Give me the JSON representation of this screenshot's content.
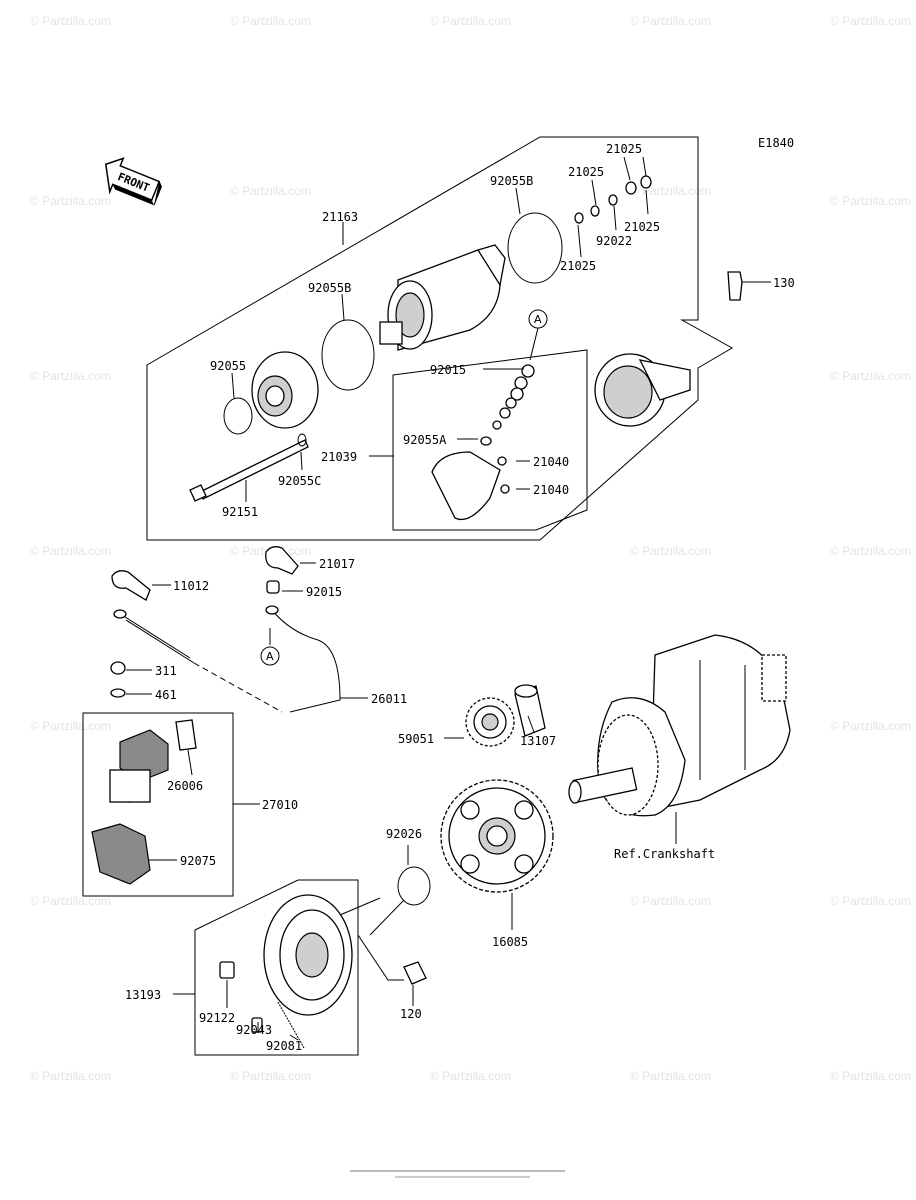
{
  "diagram_code": "E1840",
  "front_label": "FRONT",
  "watermark": "© Partzilla.com",
  "callouts": {
    "c21025_top": "21025",
    "c21025_a": "21025",
    "c21025_b": "21025",
    "c21025_c": "21025",
    "c92022": "92022",
    "c92055B_top": "92055B",
    "c21163": "21163",
    "c92055B": "92055B",
    "c130": "130",
    "c92055": "92055",
    "c92015": "92015",
    "c92055A": "92055A",
    "c21039": "21039",
    "c21040_a": "21040",
    "c21040_b": "21040",
    "c92055C": "92055C",
    "c92151": "92151",
    "c21017": "21017",
    "c92015_b": "92015",
    "c11012": "11012",
    "c311": "311",
    "c461": "461",
    "c26011": "26011",
    "c59051": "59051",
    "c13107": "13107",
    "c26006": "26006",
    "c27010": "27010",
    "c92075": "92075",
    "c92026": "92026",
    "c16085": "16085",
    "c13193": "13193",
    "c92122": "92122",
    "c92043": "92043",
    "c92081": "92081",
    "c120": "120",
    "ref_crankshaft": "Ref.Crankshaft",
    "marker_a1": "A",
    "marker_a2": "A"
  }
}
